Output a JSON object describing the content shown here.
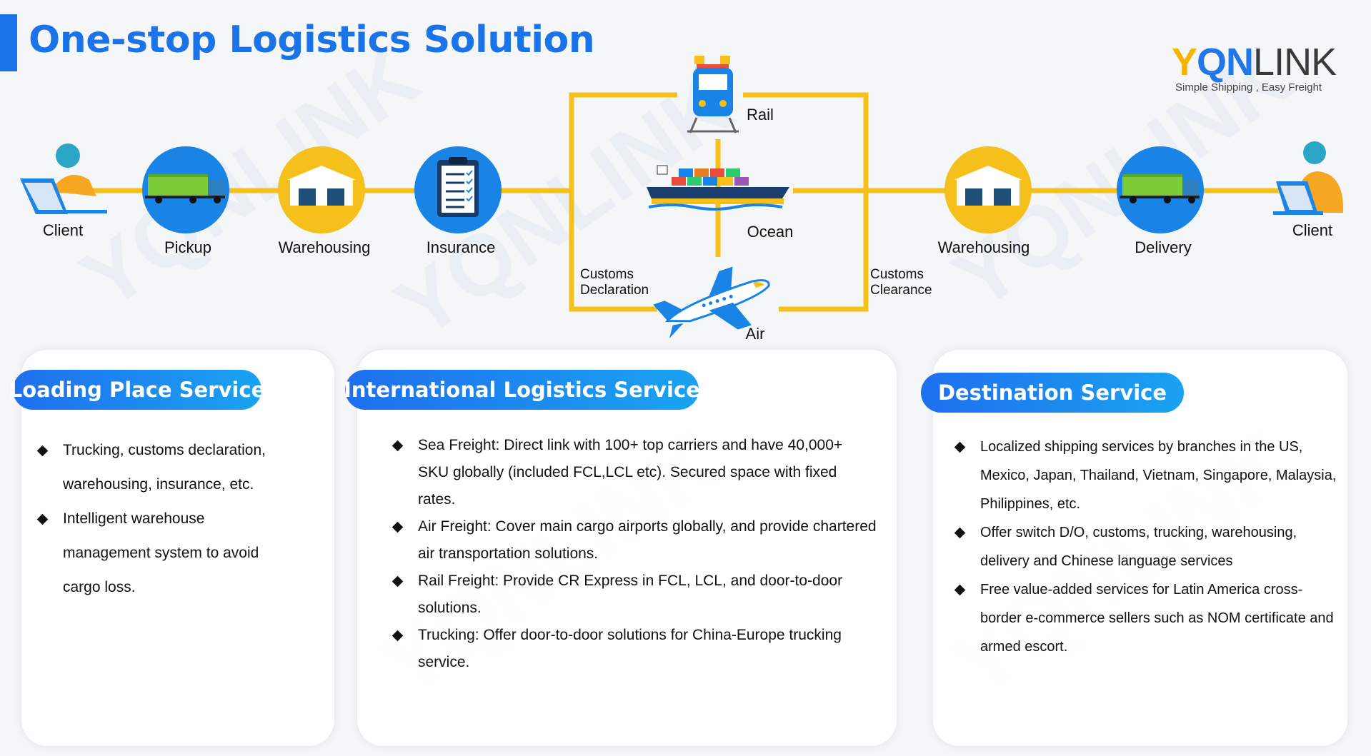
{
  "header": {
    "title": "One-stop Logistics Solution",
    "brand": {
      "y": "Y",
      "q": "Q",
      "n": "N",
      "link": "LINK"
    },
    "tagline": "Simple Shipping , Easy Freight"
  },
  "colors": {
    "accent": "#1a73e8",
    "line": "#f5bf1c",
    "blue_circle": "#1a84e6",
    "yellow_circle": "#f5bf1c"
  },
  "flow": {
    "nodes": [
      {
        "label": "Client",
        "icon": "person-laptop-icon"
      },
      {
        "label": "Pickup",
        "icon": "truck-icon"
      },
      {
        "label": "Warehousing",
        "icon": "warehouse-icon"
      },
      {
        "label": "Insurance",
        "icon": "clipboard-icon"
      },
      {
        "label": "Warehousing",
        "icon": "warehouse-icon"
      },
      {
        "label": "Delivery",
        "icon": "truck-icon"
      },
      {
        "label": "Client",
        "icon": "person-laptop-icon"
      }
    ],
    "modes": [
      {
        "label": "Rail",
        "icon": "train-icon"
      },
      {
        "label": "Ocean",
        "icon": "ship-icon"
      },
      {
        "label": "Air",
        "icon": "airplane-icon"
      }
    ],
    "customs_declaration": [
      "Customs",
      "Declaration"
    ],
    "customs_clearance": [
      "Customs",
      "Clearance"
    ]
  },
  "sections": [
    {
      "title": "Loading Place Service",
      "items": [
        "Trucking, customs declaration, warehousing, insurance, etc.",
        "Intelligent warehouse management system to avoid cargo loss."
      ]
    },
    {
      "title": "International Logistics Service",
      "items": [
        "Sea Freight: Direct link with 100+ top carriers and have 40,000+ SKU globally (included FCL,LCL etc). Secured space with fixed rates.",
        "Air Freight: Cover main cargo airports globally, and provide chartered air transportation solutions.",
        "Rail Freight: Provide CR Express in FCL, LCL, and door-to-door solutions.",
        "Trucking: Offer door-to-door solutions for China-Europe trucking service."
      ]
    },
    {
      "title": "Destination Service",
      "items": [
        "Localized shipping services by branches in the US, Mexico, Japan, Thailand, Vietnam, Singapore, Malaysia, Philippines, etc.",
        "Offer switch D/O, customs, trucking, warehousing, delivery and Chinese language services",
        "Free value-added services for Latin America cross-border e-commerce sellers such as NOM certificate and armed escort."
      ]
    }
  ]
}
